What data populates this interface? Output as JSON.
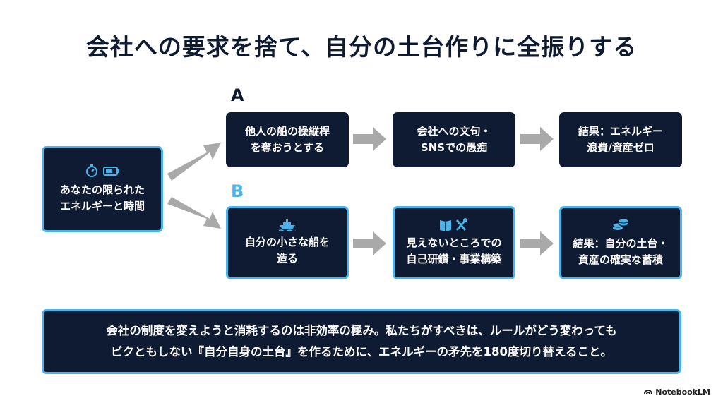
{
  "title": "会社への要求を捨て、自分の土台作りに全振りする",
  "start_box": {
    "icons": [
      "stopwatch-icon",
      "battery-icon"
    ],
    "lines": "あなたの限られた\nエネルギーと時間"
  },
  "path_a": {
    "label": "A",
    "steps": [
      {
        "text": "他人の船の操縦桿\nを奪おうとする"
      },
      {
        "text": "会社への文句・\nSNSでの愚痴"
      },
      {
        "text": "結果：エネルギー\n浪費/資産ゼロ"
      }
    ]
  },
  "path_b": {
    "label": "B",
    "steps": [
      {
        "icon": "ship-icon",
        "text": "自分の小さな船を\n造る"
      },
      {
        "icon": "book-tools-icon",
        "text": "見えないところでの\n自己研鑽・事業構築"
      },
      {
        "icon": "coins-icon",
        "text": "結果：自分の土台・\n資産の確実な蓄積"
      }
    ]
  },
  "conclusion": {
    "line1": "会社の制度を変えようと消耗するのは非効率の極み。私たちがすべきは、ルールがどう変わっても",
    "line2": "ビクともしない『自分自身の土台』を作るために、エネルギーの矛先を180度切り替えること。"
  },
  "brand": "NotebookLM",
  "colors": {
    "navy": "#0f1b33",
    "accent": "#4ab4ea",
    "arrow": "#a9a9a9"
  }
}
